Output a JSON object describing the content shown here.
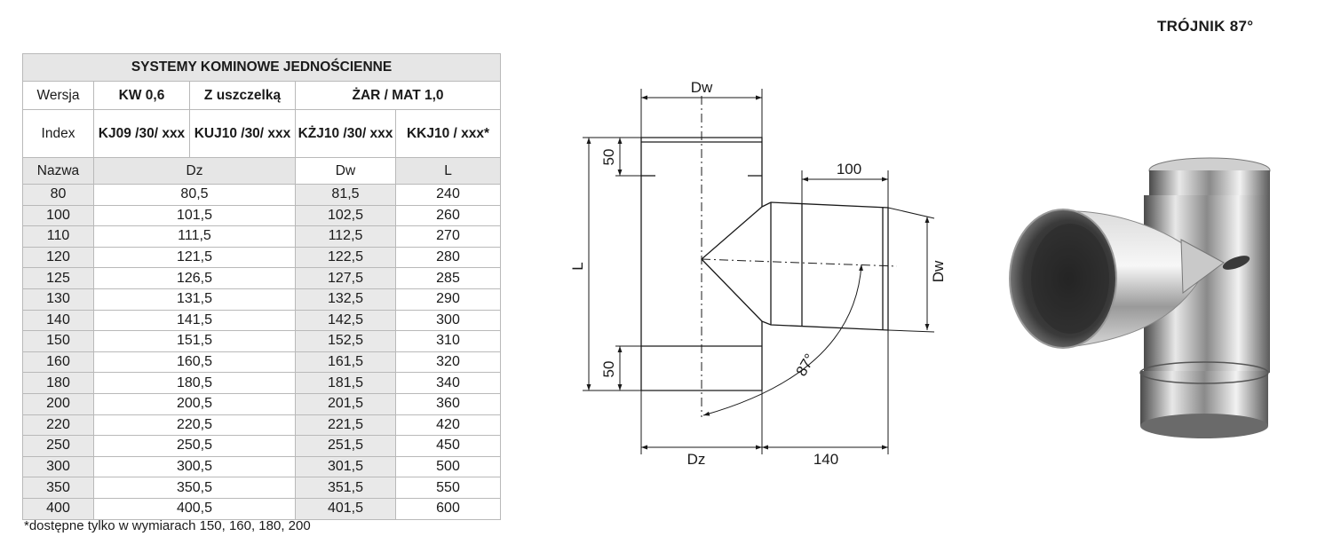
{
  "title": "TRÓJNIK 87°",
  "table": {
    "heading": "SYSTEMY KOMINOWE JEDNOŚCIENNE",
    "version_label": "Wersja",
    "versions": [
      "KW 0,6",
      "Z uszczelką",
      "ŻAR / MAT 1,0"
    ],
    "index_label": "Index",
    "indexes": [
      "KJ09 /30/ xxx",
      "KUJ10 /30/ xxx",
      "KŻJ10 /30/ xxx",
      "KKJ10 / xxx*"
    ],
    "columns": [
      "Nazwa",
      "Dz",
      "Dw",
      "L"
    ],
    "rows": [
      [
        "80",
        "80,5",
        "81,5",
        "240"
      ],
      [
        "100",
        "101,5",
        "102,5",
        "260"
      ],
      [
        "110",
        "111,5",
        "112,5",
        "270"
      ],
      [
        "120",
        "121,5",
        "122,5",
        "280"
      ],
      [
        "125",
        "126,5",
        "127,5",
        "285"
      ],
      [
        "130",
        "131,5",
        "132,5",
        "290"
      ],
      [
        "140",
        "141,5",
        "142,5",
        "300"
      ],
      [
        "150",
        "151,5",
        "152,5",
        "310"
      ],
      [
        "160",
        "160,5",
        "161,5",
        "320"
      ],
      [
        "180",
        "180,5",
        "181,5",
        "340"
      ],
      [
        "200",
        "200,5",
        "201,5",
        "360"
      ],
      [
        "220",
        "220,5",
        "221,5",
        "420"
      ],
      [
        "250",
        "250,5",
        "251,5",
        "450"
      ],
      [
        "300",
        "300,5",
        "301,5",
        "500"
      ],
      [
        "350",
        "350,5",
        "351,5",
        "550"
      ],
      [
        "400",
        "400,5",
        "401,5",
        "600"
      ]
    ],
    "footnote": "*dostępne tylko w wymiarach 150, 160, 180, 200"
  },
  "drawing": {
    "dw_top": "Dw",
    "dim_50_top": "50",
    "dim_L": "L",
    "dim_50_bottom": "50",
    "dim_100": "100",
    "dw_side": "Dw",
    "angle": "87°",
    "dz_bottom": "Dz",
    "dim_140": "140"
  },
  "colors": {
    "header_fill": "#e6e6e6",
    "border": "#b9b9b9",
    "line": "#1a1a1a"
  }
}
